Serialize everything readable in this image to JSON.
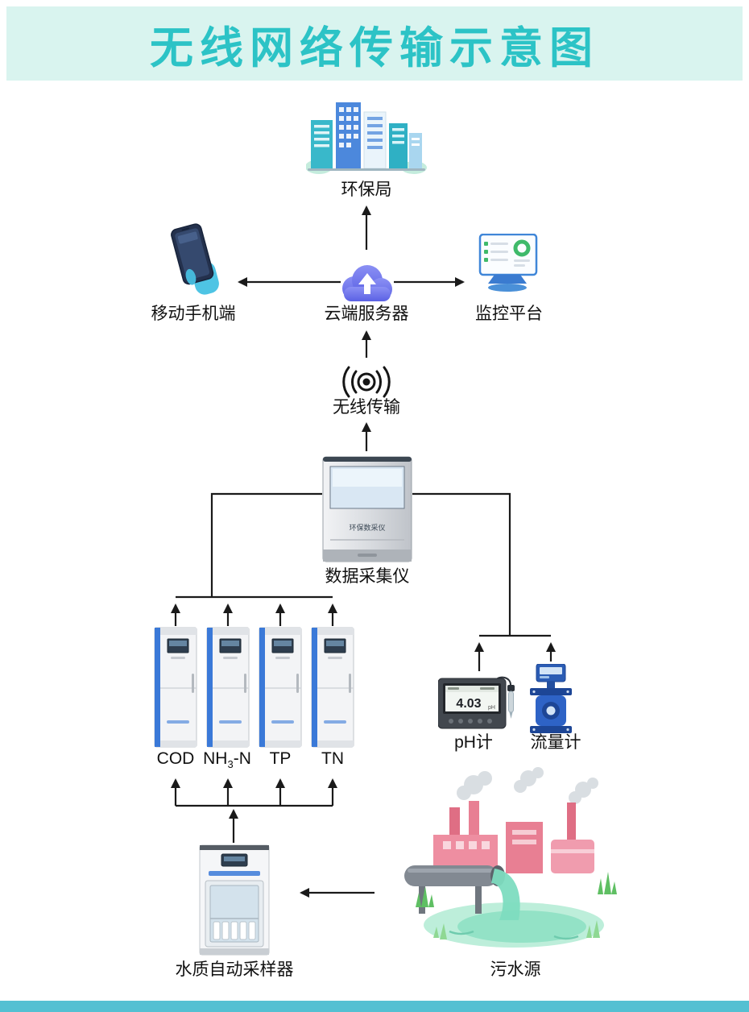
{
  "title": "无线网络传输示意图",
  "nodes": {
    "epa": {
      "label": "环保局"
    },
    "mobile": {
      "label": "移动手机端"
    },
    "cloud": {
      "label": "云端服务器"
    },
    "monitor": {
      "label": "监控平台"
    },
    "wireless": {
      "label": "无线传输"
    },
    "collector": {
      "label": "数据采集仪",
      "panel_text": "环保数采仪"
    },
    "analyzers": [
      {
        "label": "COD"
      },
      {
        "pre": "NH",
        "sub": "3",
        "post": "-N"
      },
      {
        "label": "TP"
      },
      {
        "label": "TN"
      }
    ],
    "ph_meter": {
      "label": "pH计",
      "reading": "4.03",
      "unit": "pH"
    },
    "flow_meter": {
      "label": "流量计"
    },
    "sampler": {
      "label": "水质自动采样器"
    },
    "sewage": {
      "label": "污水源"
    }
  },
  "colors": {
    "header_bg": "#d9f4ef",
    "title_text": "#2cc3c6",
    "connector": "#1a1a1a",
    "cloud_purple": "#6b71e8",
    "device_blue": "#3a79d8",
    "building_teal": "#39b8ca",
    "factory_pink": "#e87f93",
    "water_teal": "#93e2c6",
    "footer_bar": "#54c0d2"
  }
}
